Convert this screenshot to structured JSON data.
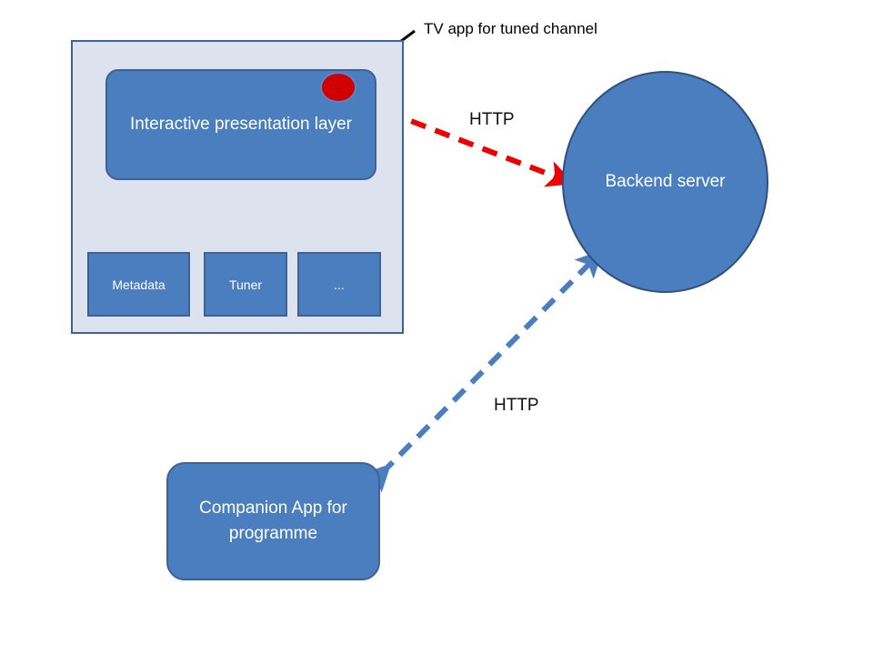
{
  "diagram": {
    "title_label": "TV app for tuned channel",
    "tv_device": {
      "presentation_layer_label": "Interactive presentation layer",
      "status_dot_name": "tuned-channel-indicator",
      "modules": [
        {
          "label": "Metadata"
        },
        {
          "label": "Tuner"
        },
        {
          "label": "..."
        }
      ]
    },
    "server": {
      "label": "Backend server"
    },
    "companion": {
      "label": "Companion App for programme"
    },
    "connections": [
      {
        "id": "tv-to-server",
        "label": "HTTP",
        "color": "#ee0000",
        "style": "dashed",
        "arrows": "both"
      },
      {
        "id": "companion-to-server",
        "label": "HTTP",
        "color": "#4a7ebe",
        "style": "dashed",
        "arrows": "both"
      }
    ],
    "colors": {
      "box_fill": "#4a7ebe",
      "box_stroke": "#3f6196",
      "panel_fill": "#dce3ef",
      "accent_red": "#d00000",
      "http_red": "#ee0000",
      "http_blue": "#4a7ebe",
      "callout_black": "#000000",
      "text_light": "#ffffff"
    }
  }
}
